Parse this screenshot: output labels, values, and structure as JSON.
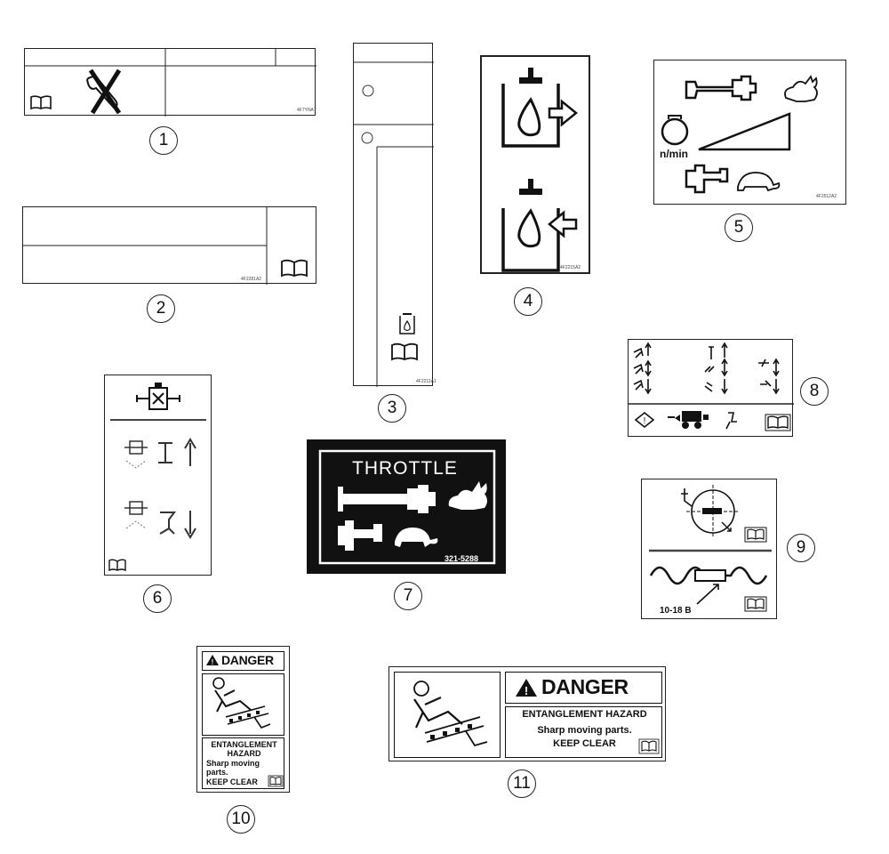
{
  "callouts": [
    "1",
    "2",
    "3",
    "4",
    "5",
    "6",
    "7",
    "8",
    "9",
    "10",
    "11"
  ],
  "decal5": {
    "unit_label": "n/min"
  },
  "decal7": {
    "title": "THROTTLE",
    "part_number": "321-5288"
  },
  "danger_small": {
    "signal_word": "DANGER",
    "hazard_line1": "ENTANGLEMENT",
    "hazard_line2": "HAZARD",
    "msg_line1": "Sharp moving",
    "msg_line2": "parts.",
    "msg_line3": "KEEP CLEAR"
  },
  "danger_large": {
    "signal_word": "DANGER",
    "hazard": "ENTANGLEMENT HAZARD",
    "msg_line1": "Sharp moving parts.",
    "msg_line2": "KEEP CLEAR"
  },
  "icons": [
    "manual-book-icon",
    "wrench-prohibited-icon",
    "hydraulic-oil-icon",
    "rabbit-icon",
    "turtle-icon",
    "engine-speed-icon",
    "throttle-lever-icon",
    "warning-triangle-icon",
    "entanglement-person-icon"
  ]
}
